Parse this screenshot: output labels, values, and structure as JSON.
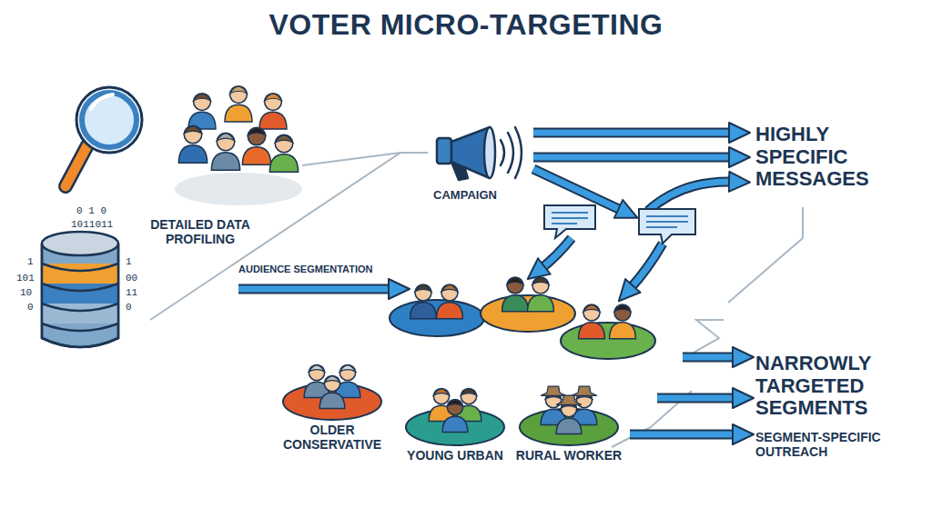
{
  "diagram": {
    "title": "VOTER MICRO-TARGETING",
    "nodes": [
      {
        "text": [
          "OLDER CONSERVATIVE"
        ]
      },
      {
        "text": [
          "YOUNG URBAN"
        ]
      },
      {
        "text": [
          "RURAL WORKER"
        ]
      }
    ],
    "labels": [
      "DETAILED DATA PROFILING",
      "CAMPAIGN",
      "AUDIENCE SEGMENTATION",
      "HIGHLY SPECIFIC MESSAGES",
      "NARROWLY TARGETED SEGMENTS",
      "SEGMENT-SPECIFIC OUTREACH",
      "0 1 0",
      "1011011",
      "1",
      "101",
      "10",
      "0",
      "1",
      "00",
      "11",
      "0"
    ]
  }
}
